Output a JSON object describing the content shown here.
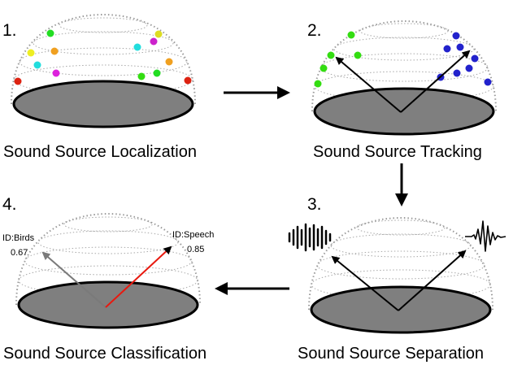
{
  "panels": [
    {
      "number": "1.",
      "caption": "Sound Source Localization"
    },
    {
      "number": "2.",
      "caption": "Sound Source Tracking"
    },
    {
      "number": "3.",
      "caption": "Sound Source Separation"
    },
    {
      "number": "4.",
      "caption": "Sound Source Classification"
    }
  ],
  "classification": {
    "birds": {
      "id": "ID:Birds",
      "score": "0.67"
    },
    "speech": {
      "id": "ID:Speech",
      "score": "0.85"
    }
  },
  "colors": {
    "base": "#7f7f7f",
    "speech_arrow": "#e8190f",
    "birds_arrow": "#7a7a7a",
    "tracked_left": "#33dd11",
    "tracked_right": "#2222cc"
  }
}
